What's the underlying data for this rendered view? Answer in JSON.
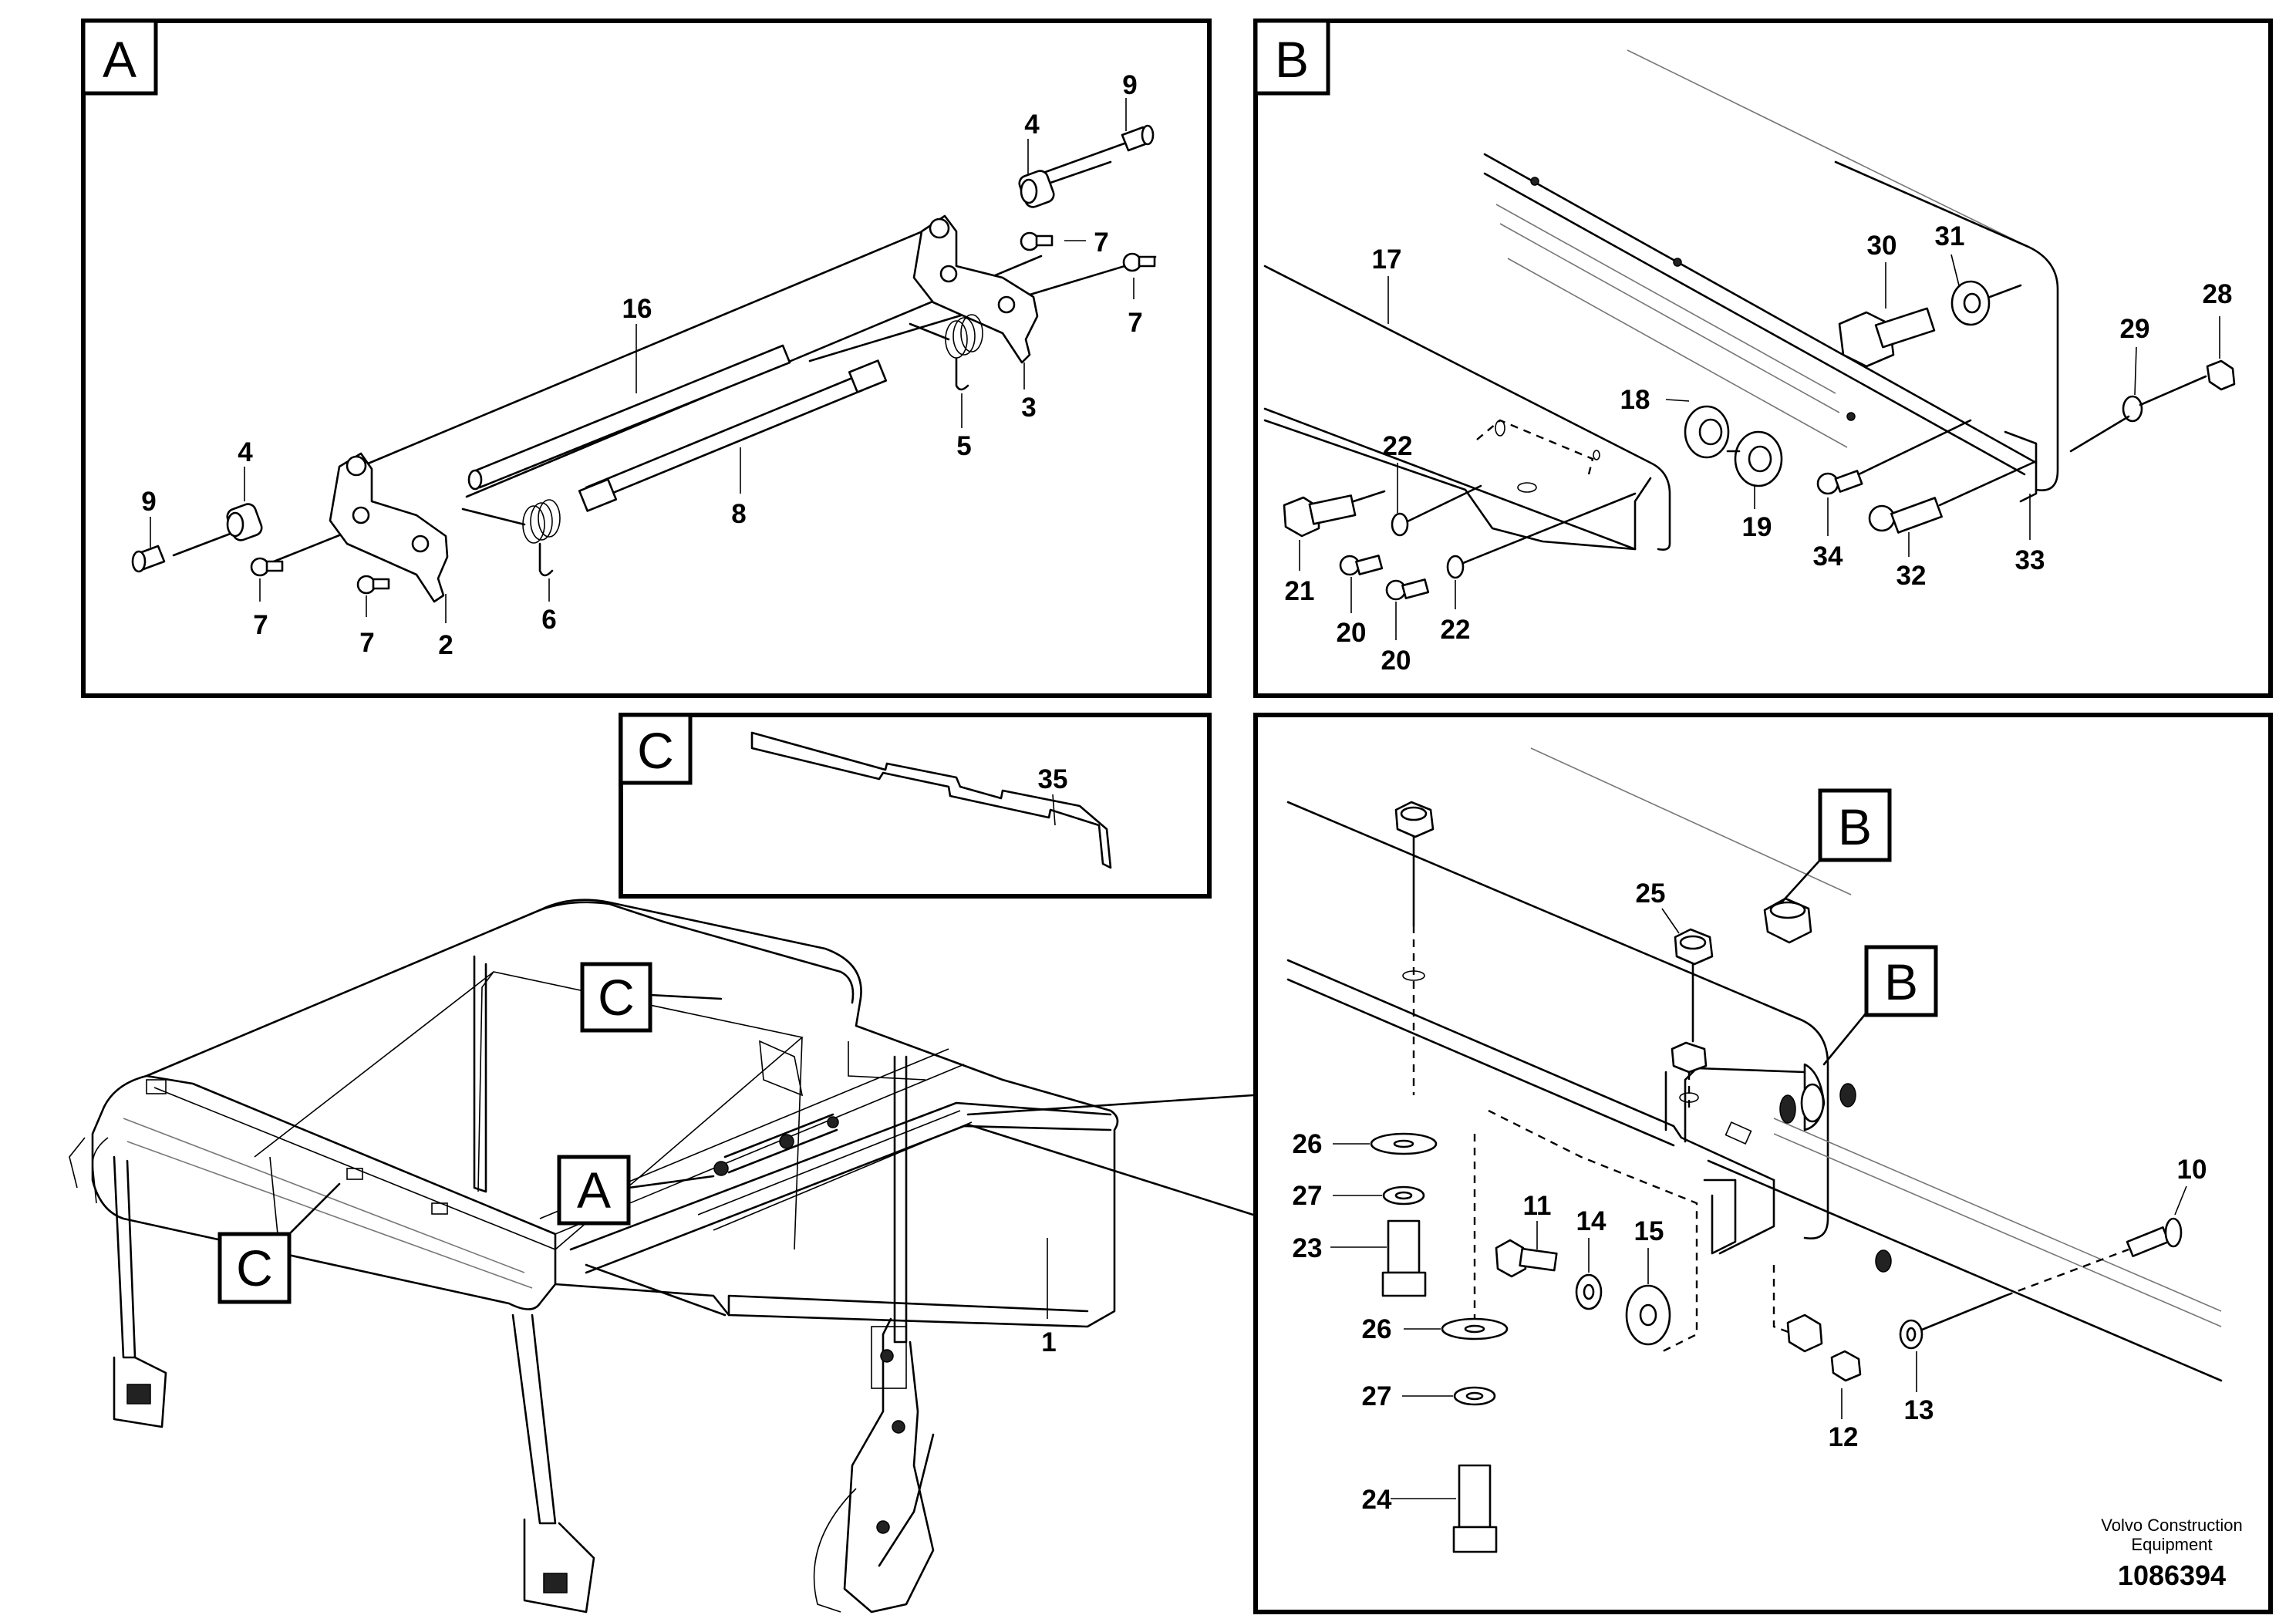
{
  "panels": [
    {
      "id": "A",
      "label": "A"
    },
    {
      "id": "B",
      "label": "B"
    },
    {
      "id": "C",
      "label": "C"
    },
    {
      "id": "D",
      "label": ""
    }
  ],
  "callouts": [
    {
      "key": "c1",
      "label": "A"
    },
    {
      "key": "c2",
      "label": "C"
    },
    {
      "key": "c3",
      "label": "C"
    },
    {
      "key": "c4",
      "label": "B"
    },
    {
      "key": "c5",
      "label": "B"
    }
  ],
  "parts": [
    {
      "key": "p9a",
      "label": "9"
    },
    {
      "key": "p4a",
      "label": "4"
    },
    {
      "key": "p7a",
      "label": "7"
    },
    {
      "key": "p7b",
      "label": "7"
    },
    {
      "key": "p16",
      "label": "16"
    },
    {
      "key": "p3",
      "label": "3"
    },
    {
      "key": "p5",
      "label": "5"
    },
    {
      "key": "p8",
      "label": "8"
    },
    {
      "key": "p4b",
      "label": "4"
    },
    {
      "key": "p9b",
      "label": "9"
    },
    {
      "key": "p7c",
      "label": "7"
    },
    {
      "key": "p7d",
      "label": "7"
    },
    {
      "key": "p2",
      "label": "2"
    },
    {
      "key": "p6",
      "label": "6"
    },
    {
      "key": "p17",
      "label": "17"
    },
    {
      "key": "p30",
      "label": "30"
    },
    {
      "key": "p31",
      "label": "31"
    },
    {
      "key": "p28",
      "label": "28"
    },
    {
      "key": "p29",
      "label": "29"
    },
    {
      "key": "p18",
      "label": "18"
    },
    {
      "key": "p22a",
      "label": "22"
    },
    {
      "key": "p19",
      "label": "19"
    },
    {
      "key": "p34",
      "label": "34"
    },
    {
      "key": "p32",
      "label": "32"
    },
    {
      "key": "p33",
      "label": "33"
    },
    {
      "key": "p21",
      "label": "21"
    },
    {
      "key": "p20a",
      "label": "20"
    },
    {
      "key": "p20b",
      "label": "20"
    },
    {
      "key": "p22b",
      "label": "22"
    },
    {
      "key": "p35",
      "label": "35"
    },
    {
      "key": "p1",
      "label": "1"
    },
    {
      "key": "p25",
      "label": "25"
    },
    {
      "key": "p26a",
      "label": "26"
    },
    {
      "key": "p27a",
      "label": "27"
    },
    {
      "key": "p23",
      "label": "23"
    },
    {
      "key": "p11",
      "label": "11"
    },
    {
      "key": "p14",
      "label": "14"
    },
    {
      "key": "p15",
      "label": "15"
    },
    {
      "key": "p10",
      "label": "10"
    },
    {
      "key": "p26b",
      "label": "26"
    },
    {
      "key": "p27b",
      "label": "27"
    },
    {
      "key": "p24",
      "label": "24"
    },
    {
      "key": "p12",
      "label": "12"
    },
    {
      "key": "p13",
      "label": "13"
    }
  ],
  "footer": {
    "brand_line1": "Volvo Construction",
    "brand_line2": "Equipment",
    "drawing_number": "1086394"
  }
}
